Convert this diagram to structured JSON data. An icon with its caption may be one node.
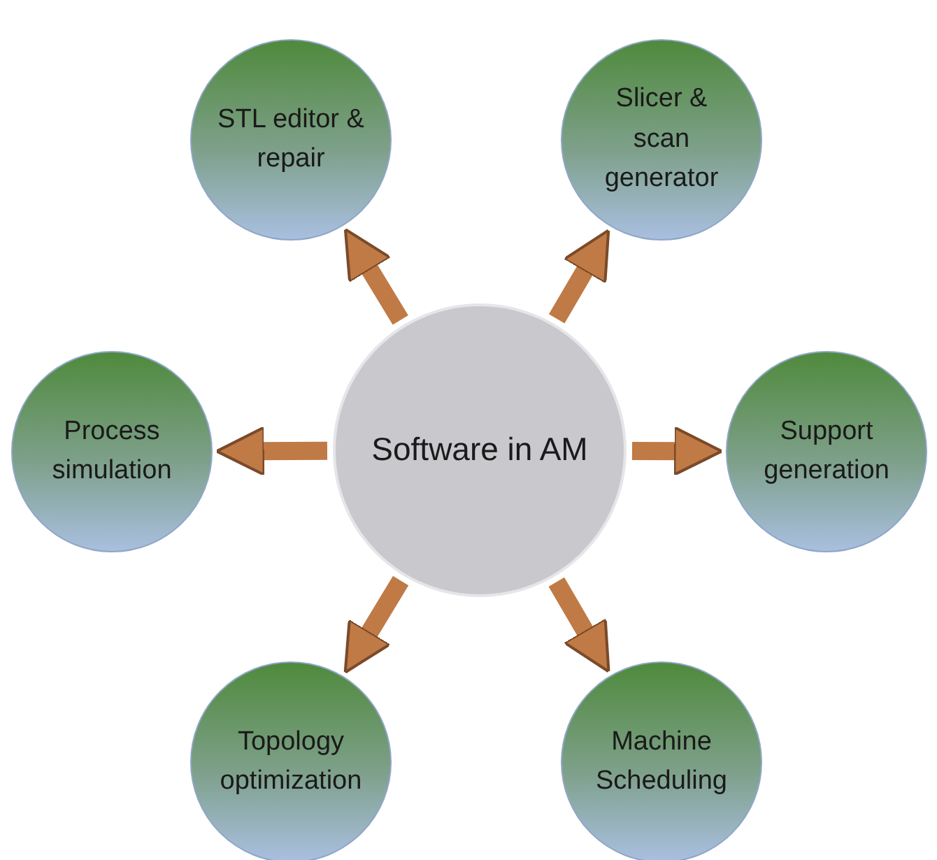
{
  "diagram": {
    "nodes": [
      {
        "text": [
          "Software in AM"
        ]
      },
      {
        "text": [
          "STL editor & repair"
        ]
      },
      {
        "text": [
          "Slicer & scan generator"
        ]
      },
      {
        "text": [
          "Process simulation"
        ]
      },
      {
        "text": [
          "Support generation"
        ]
      },
      {
        "text": [
          "Topology optimization"
        ]
      },
      {
        "text": [
          "Machine Scheduling"
        ]
      }
    ],
    "edges": [
      {
        "from": 0,
        "to": 1,
        "arrow": "to"
      },
      {
        "from": 0,
        "to": 2,
        "arrow": "to"
      },
      {
        "from": 0,
        "to": 3,
        "arrow": "to"
      },
      {
        "from": 0,
        "to": 4,
        "arrow": "to"
      },
      {
        "from": 0,
        "to": 5,
        "arrow": "to"
      },
      {
        "from": 0,
        "to": 6,
        "arrow": "to"
      }
    ]
  }
}
